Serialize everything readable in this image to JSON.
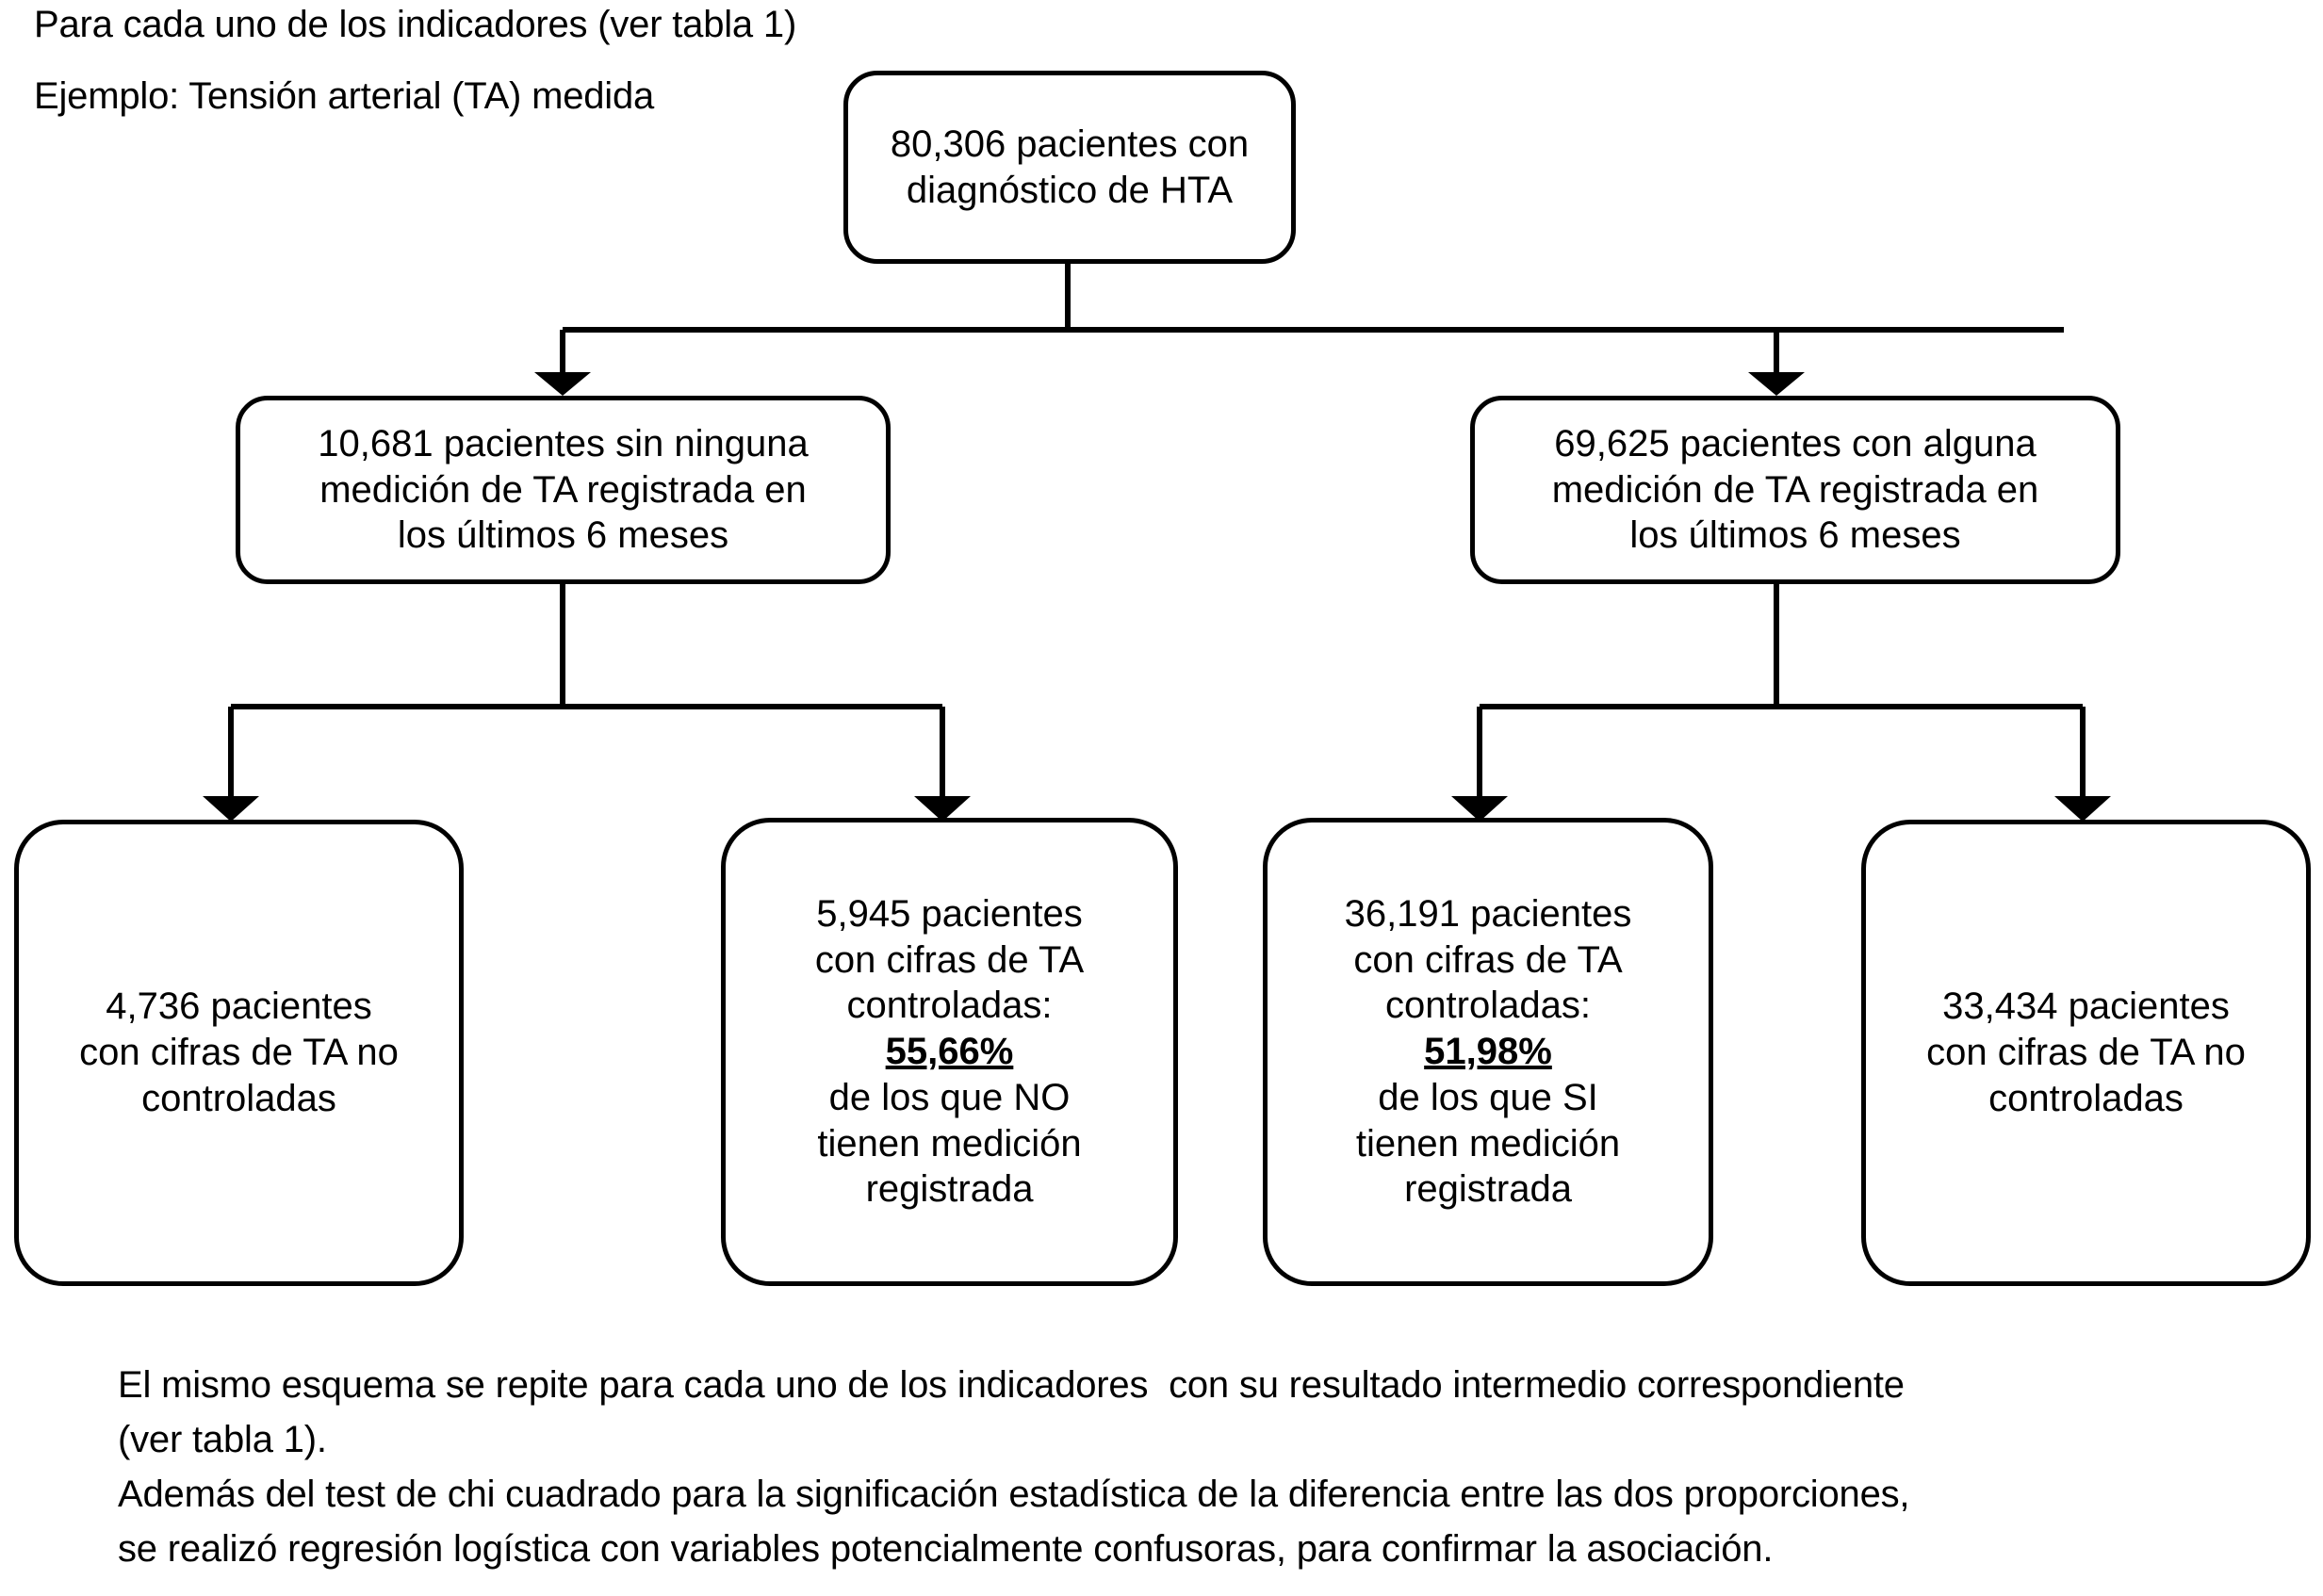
{
  "header": {
    "line1": "Para cada uno de los indicadores (ver tabla 1)",
    "line2": "Ejemplo: Tensión arterial (TA) medida"
  },
  "flowchart": {
    "root": {
      "label": "80,306 pacientes con\ndiagnóstico de HTA",
      "count": "80,306"
    },
    "level2": [
      {
        "label": "10,681 pacientes sin ninguna\nmedición de TA registrada en\nlos últimos 6 meses",
        "count": "10,681"
      },
      {
        "label": "69,625 pacientes con alguna\nmedición de TA registrada en\nlos últimos 6 meses",
        "count": "69,625"
      }
    ],
    "leaves": [
      {
        "text_before": "4,736 pacientes\ncon cifras de TA no\ncontroladas",
        "percent": "",
        "text_after": "",
        "count": "4,736"
      },
      {
        "text_before": "5,945 pacientes\ncon cifras de TA\ncontroladas:\n",
        "percent": "55,66%",
        "text_after": "\nde los que NO\ntienen medición\nregistrada",
        "count": "5,945"
      },
      {
        "text_before": "36,191 pacientes\ncon cifras de TA\ncontroladas:\n",
        "percent": "51,98%",
        "text_after": "\nde los que SI\ntienen medición\nregistrada",
        "count": "36,191"
      },
      {
        "text_before": "33,434 pacientes\ncon cifras de TA no\ncontroladas",
        "percent": "",
        "text_after": "",
        "count": "33,434"
      }
    ]
  },
  "footer": {
    "line1": "El mismo esquema se repite para cada uno de los indicadores  con su resultado intermedio correspondiente",
    "line2": "(ver tabla 1).",
    "line3": "Además del test de chi cuadrado para la significación estadística de la diferencia entre las dos proporciones,",
    "line4": "se realizó regresión logística con variables potencialmente confusoras, para confirmar la asociación."
  },
  "colors": {
    "stroke": "#000000",
    "background": "#ffffff",
    "text": "#000000"
  }
}
